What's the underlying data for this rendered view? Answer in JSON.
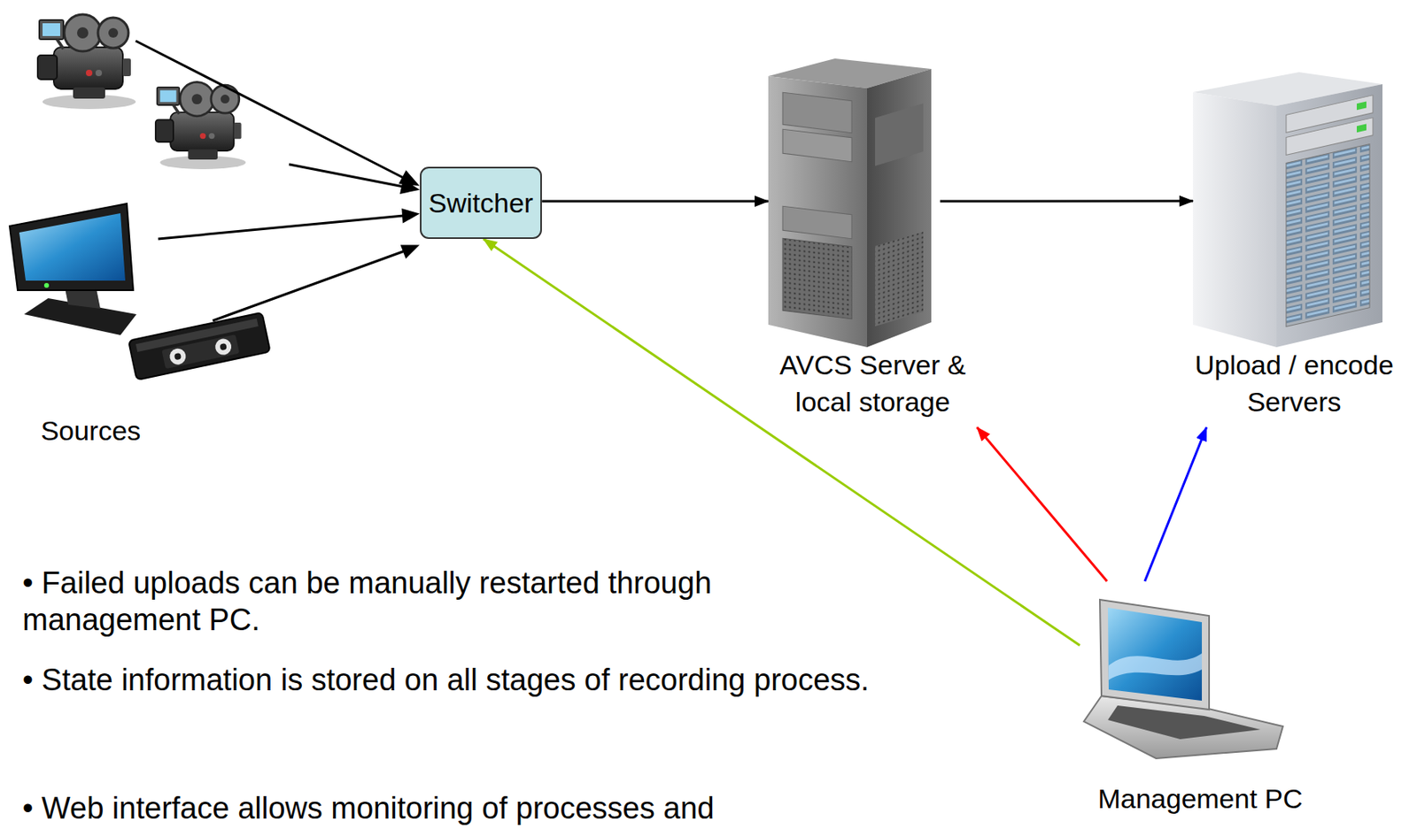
{
  "diagram": {
    "nodes": [
      {
        "text": [
          "Switcher"
        ]
      },
      {
        "text": [
          "AVCS Server & local storage"
        ]
      },
      {
        "text": [
          "Upload / encode Servers"
        ]
      },
      {
        "text": [
          "Management PC"
        ]
      }
    ],
    "edges": [
      {
        "from": 0,
        "to": 1,
        "arrow": "to"
      },
      {
        "from": 1,
        "to": 2,
        "arrow": "to"
      },
      {
        "from": 3,
        "to": 0,
        "arrow": "to"
      },
      {
        "from": 3,
        "to": 1,
        "arrow": "to"
      },
      {
        "from": 3,
        "to": 2,
        "arrow": "to"
      }
    ],
    "labels": [
      "Sources",
      "• Failed uploads can be manually restarted through management PC.",
      "• State information is stored on all stages of recording process.",
      "• Web interface allows monitoring of processes and"
    ]
  }
}
